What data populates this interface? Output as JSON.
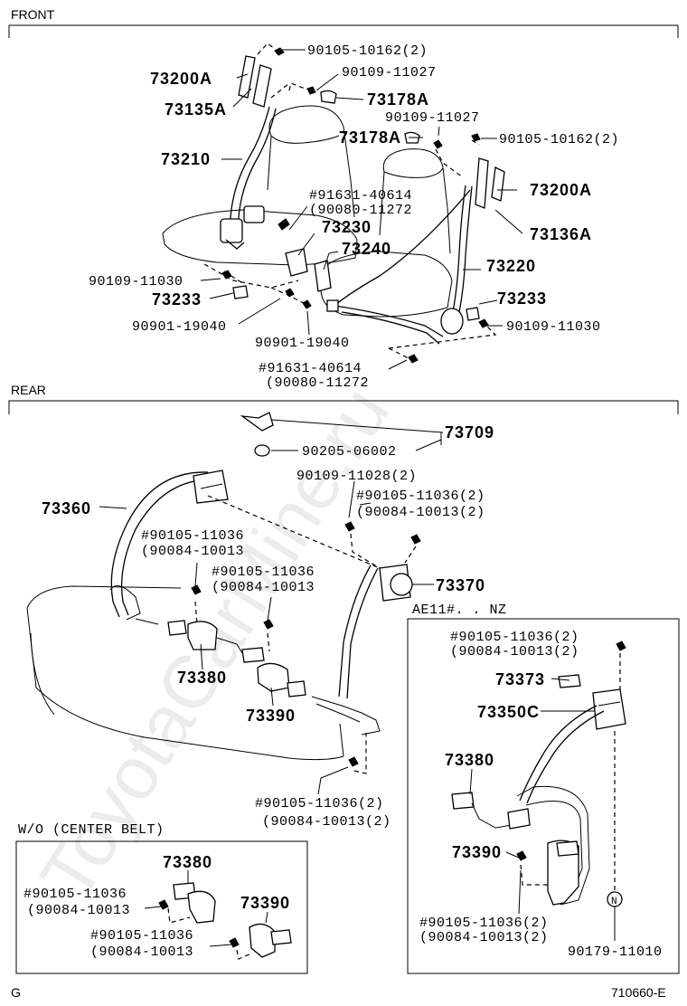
{
  "sections": {
    "front": "FRONT",
    "rear": "REAR",
    "variant": "AE11#. . NZ",
    "wo_center": "W/O (CENTER BELT)"
  },
  "footer": {
    "left": "G",
    "right": "710660-E"
  },
  "watermark": "ToyotaCarMine.ru",
  "front_labels": {
    "p90105_10162_a": "90105-10162(2)",
    "p73200A_a": "73200A",
    "p90109_11027_a": "90109-11027",
    "p73178A_a": "73178A",
    "p73135A": "73135A",
    "p90109_11027_b": "90109-11027",
    "p73178A_b": "73178A",
    "p90105_10162_b": "90105-10162(2)",
    "p73210": "73210",
    "p91631_40614_a": "#91631-40614",
    "p90080_11272_a": "(90080-11272",
    "p73200A_b": "73200A",
    "p73230": "73230",
    "p73136A": "73136A",
    "p73240": "73240",
    "p73220": "73220",
    "p90109_11030_a": "90109-11030",
    "p73233_a": "73233",
    "p73233_b": "73233",
    "p90901_19040_a": "90901-19040",
    "p90109_11030_b": "90109-11030",
    "p90901_19040_b": "90901-19040",
    "p91631_40614_b": "#91631-40614",
    "p90080_11272_b": "(90080-11272"
  },
  "rear_labels": {
    "p73709": "73709",
    "p90205_06002": "90205-06002",
    "p90109_11028": "90109-11028(2)",
    "p73360": "73360",
    "p90105_11036_a": "#90105-11036(2)",
    "p90084_10013_a": "(90084-10013(2)",
    "p90105_11036_b": "#90105-11036",
    "p90084_10013_b": "(90084-10013",
    "p90105_11036_c": "#90105-11036",
    "p90084_10013_c": "(90084-10013",
    "p73370": "73370",
    "p73380": "73380",
    "p73390": "73390",
    "p90105_11036_d": "#90105-11036(2)",
    "p90084_10013_d": "(90084-10013(2)"
  },
  "variant_labels": {
    "p90105_11036": "#90105-11036(2)",
    "p90084_10013": "(90084-10013(2)",
    "p73373": "73373",
    "p73350C": "73350C",
    "p73380": "73380",
    "p73390": "73390",
    "p90105_11036_b": "#90105-11036(2)",
    "p90084_10013_b": "(90084-10013(2)",
    "p90179_11010": "90179-11010",
    "marker": "N"
  },
  "wo_labels": {
    "p73380": "73380",
    "p90105_11036_a": "#90105-11036",
    "p90084_10013_a": "(90084-10013",
    "p73390": "73390",
    "p90105_11036_b": "#90105-11036",
    "p90084_10013_b": "(90084-10013"
  }
}
